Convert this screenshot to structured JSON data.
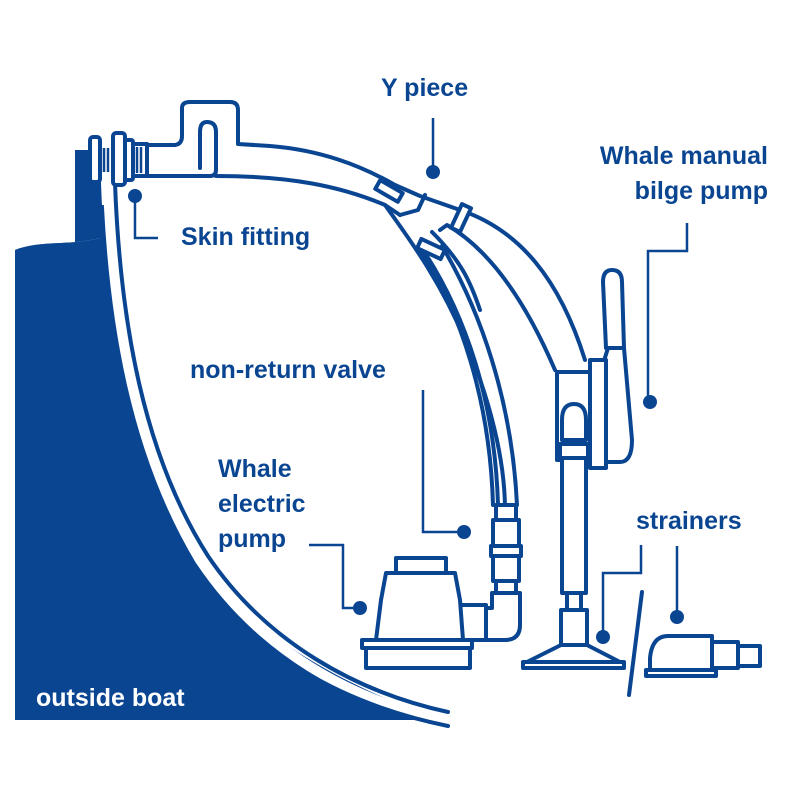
{
  "diagram": {
    "title": "Bilge pump installation diagram",
    "colors": {
      "primary": "#0a4592",
      "background": "#ffffff"
    },
    "labels": {
      "y_piece": "Y piece",
      "manual_pump_line1": "Whale manual",
      "manual_pump_line2": "bilge pump",
      "skin_fitting": "Skin fitting",
      "non_return_valve": "non-return valve",
      "electric_pump_line1": "Whale",
      "electric_pump_line2": "electric",
      "electric_pump_line3": "pump",
      "strainers": "strainers",
      "outside_boat": "outside boat"
    }
  }
}
